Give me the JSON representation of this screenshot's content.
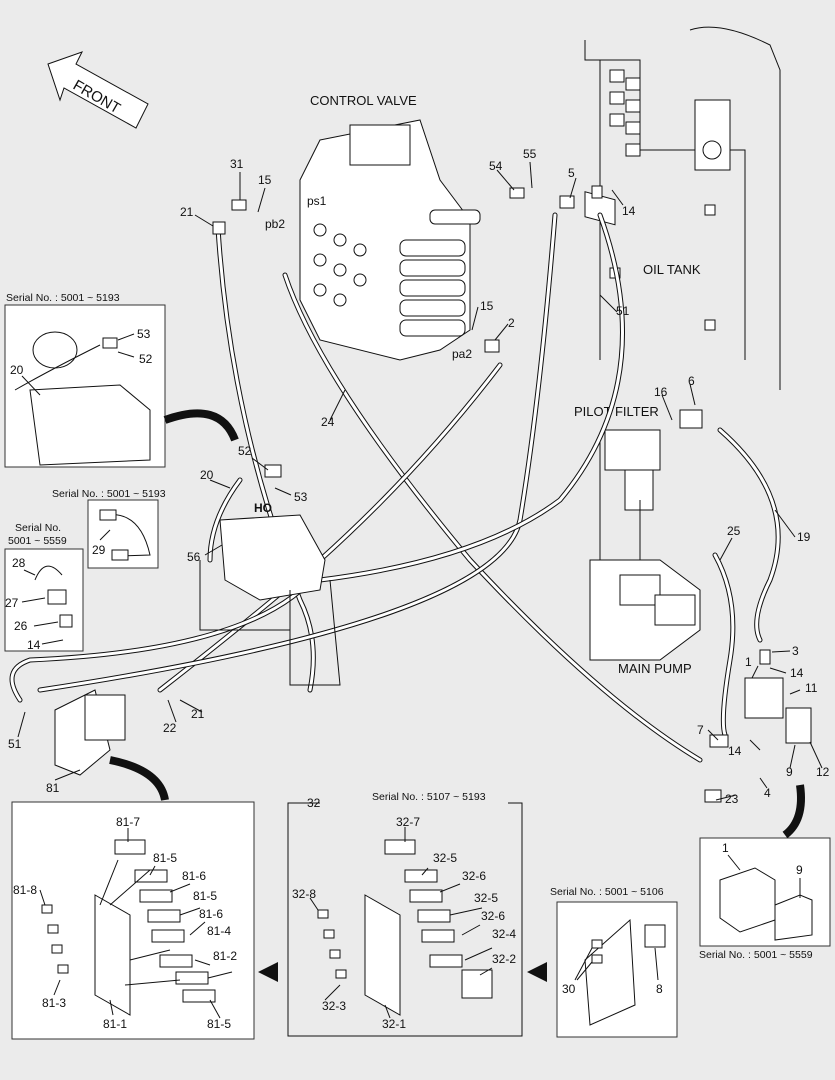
{
  "labels": {
    "front": "FRONT",
    "control_valve": "CONTROL VALVE",
    "oil_tank": "OIL TANK",
    "pilot_filter": "PILOT FILTER",
    "main_pump": "MAIN PUMP",
    "ho": "HO",
    "ps1": "ps1",
    "pb2": "pb2",
    "pa2": "pa2"
  },
  "serials": {
    "s5001_5193_a": "Serial No. : 5001 ~ 5193",
    "s5001_5193_b": "Serial No. : 5001 ~ 5193",
    "s5001_5559_line1": "Serial No.",
    "s5001_5559_line2": "5001 ~ 5559",
    "s5107_5193": "Serial No. : 5107 ~ 5193",
    "s5001_5106": "Serial No. : 5001 ~ 5106",
    "s5001_5559_c": "Serial No. : 5001 ~ 5559"
  },
  "callouts": {
    "c31": "31",
    "c15a": "15",
    "c21a": "21",
    "c54": "54",
    "c55": "55",
    "c5": "5",
    "c14a": "14",
    "c53a": "53",
    "c52a": "52",
    "c20a": "20",
    "c15b": "15",
    "c2": "2",
    "c51a": "51",
    "c24": "24",
    "c16": "16",
    "c6": "6",
    "c52b": "52",
    "c53b": "53",
    "c20b": "20",
    "c29": "29",
    "c56": "56",
    "c28": "28",
    "c27": "27",
    "c26": "26",
    "c14b": "14",
    "c25": "25",
    "c19": "19",
    "c3": "3",
    "c1a": "1",
    "c14c": "14",
    "c11": "11",
    "c7": "7",
    "c14d": "14",
    "c9a": "9",
    "c12": "12",
    "c23": "23",
    "c4": "4",
    "c51b": "51",
    "c22": "22",
    "c21b": "21",
    "c81": "81",
    "d81_7": "81-7",
    "d81_5a": "81-5",
    "d81_6a": "81-6",
    "d81_8": "81-8",
    "d81_5b": "81-5",
    "d81_6b": "81-6",
    "d81_4": "81-4",
    "d81_2": "81-2",
    "d81_3": "81-3",
    "d81_1": "81-1",
    "d81_5c": "81-5",
    "d32": "32",
    "d32_7": "32-7",
    "d32_5a": "32-5",
    "d32_6a": "32-6",
    "d32_8": "32-8",
    "d32_5b": "32-5",
    "d32_6b": "32-6",
    "d32_4": "32-4",
    "d32_2": "32-2",
    "d32_3": "32-3",
    "d32_1": "32-1",
    "d30": "30",
    "d8": "8",
    "d1b": "1",
    "d9b": "9"
  }
}
